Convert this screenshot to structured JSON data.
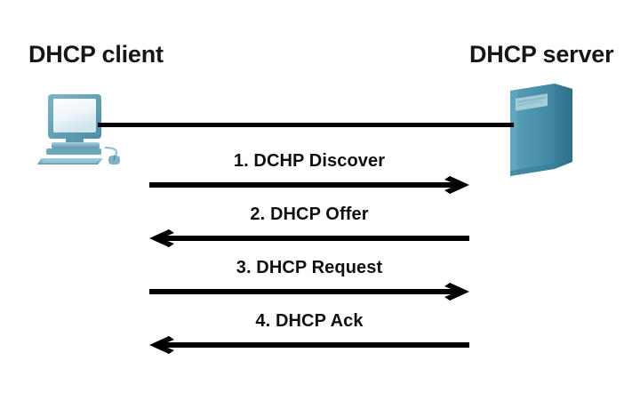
{
  "diagram": {
    "title": "DHCP client / DHCP server message exchange",
    "background_color": "#ffffff",
    "line_color": "#000000",
    "device_color": "#4a91ab",
    "device_highlight_color": "#8fc3d4",
    "text_color": "#161616"
  },
  "endpoints": {
    "client": {
      "label": "DHCP client",
      "icon": "desktop-computer-icon"
    },
    "server": {
      "label": "DHCP server",
      "icon": "server-tower-icon"
    }
  },
  "messages": [
    {
      "number": "1.",
      "name": "DCHP Discover",
      "label": "1. DCHP Discover",
      "direction": "client-to-server",
      "arrow": "right"
    },
    {
      "number": "2.",
      "name": "DHCP Offer",
      "label": "2. DHCP Offer",
      "direction": "server-to-client",
      "arrow": "left"
    },
    {
      "number": "3.",
      "name": "DHCP Request",
      "label": "3. DHCP Request",
      "direction": "client-to-server",
      "arrow": "right"
    },
    {
      "number": "4.",
      "name": "DHCP Ack",
      "label": "4. DHCP Ack",
      "direction": "server-to-client",
      "arrow": "left"
    }
  ]
}
